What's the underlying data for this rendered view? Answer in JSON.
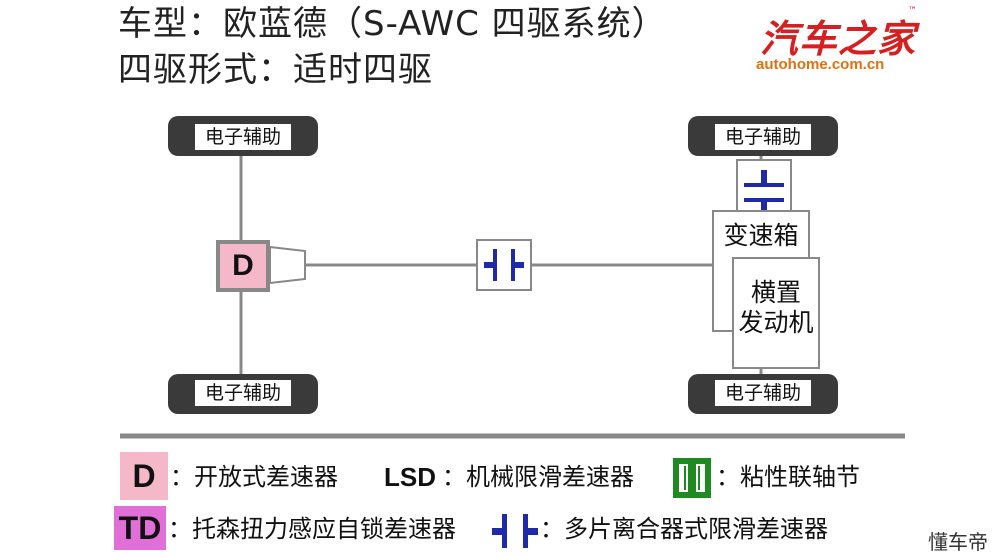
{
  "header": {
    "title_line1": "车型：欧蓝德（S-AWC 四驱系统）",
    "title_line2": "四驱形式：适时四驱"
  },
  "logo": {
    "brand_cn": "汽车之家",
    "brand_en": "autohome.com.cn",
    "tm": "™"
  },
  "diagram": {
    "wheel_label": "电子辅助",
    "front_diff_label": "D",
    "gearbox_label": "变速箱",
    "engine_label_line1": "横置",
    "engine_label_line2": "发动机"
  },
  "legend": {
    "d_symbol": "D",
    "d_desc": "：开放式差速器",
    "lsd_symbol": "LSD",
    "lsd_desc": "：机械限滑差速器",
    "vc_desc": "：粘性联轴节",
    "td_symbol": "TD",
    "td_desc": "：托森扭力感应自锁差速器",
    "clutch_desc": "：多片离合器式限滑差速器"
  },
  "watermark": "懂车帝",
  "colors": {
    "diff_pink": "#f4b8c8",
    "td_magenta": "#e070d8",
    "clutch_blue": "#1e2aa8",
    "vc_green": "#1f8a1f",
    "wheel_dark": "#3a3a3a",
    "logo_red": "#d42020",
    "logo_orange": "#e07010"
  }
}
